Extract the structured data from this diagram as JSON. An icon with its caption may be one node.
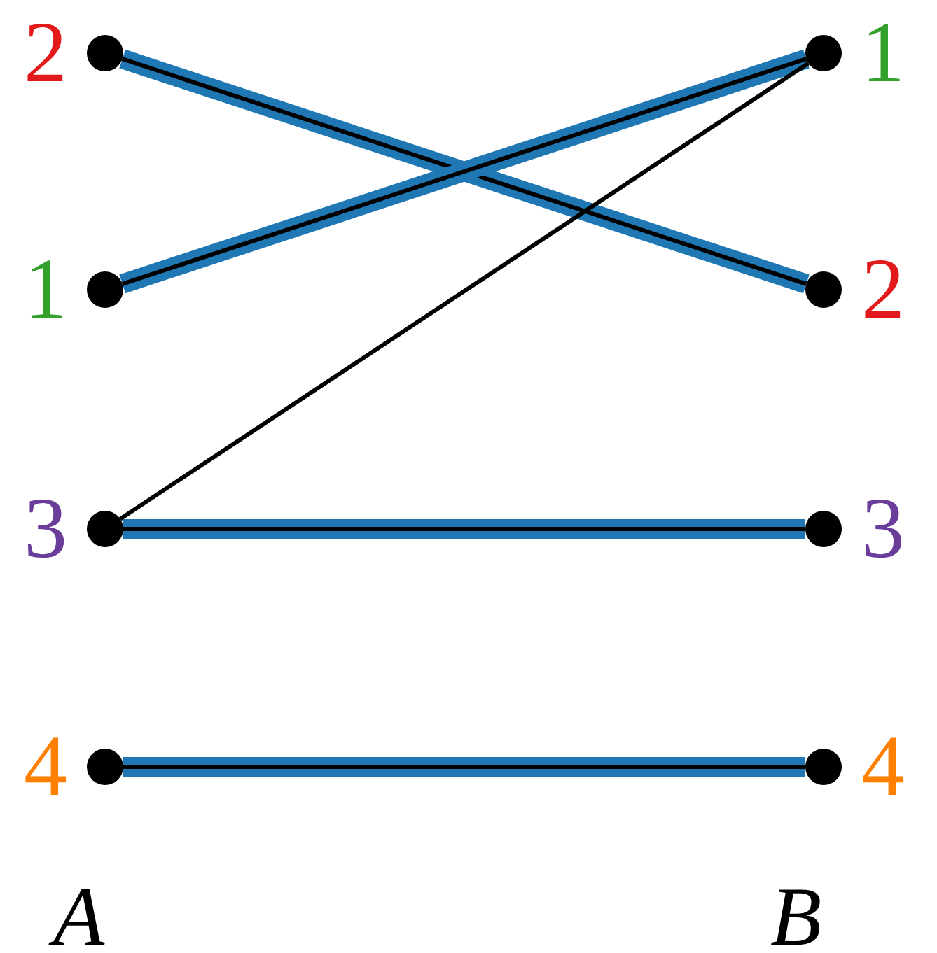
{
  "diagram": {
    "nodes": [
      {
        "text": [],
        "shape": "circle",
        "beside": [
          "2"
        ]
      },
      {
        "text": [],
        "shape": "circle",
        "beside": [
          "1"
        ]
      },
      {
        "text": [],
        "shape": "circle",
        "beside": [
          "3"
        ]
      },
      {
        "text": [],
        "shape": "circle",
        "beside": [
          "4"
        ]
      },
      {
        "text": [],
        "shape": "circle",
        "beside": [
          "1"
        ]
      },
      {
        "text": [],
        "shape": "circle",
        "beside": [
          "2"
        ]
      },
      {
        "text": [],
        "shape": "circle",
        "beside": [
          "3"
        ]
      },
      {
        "text": [],
        "shape": "circle",
        "beside": [
          "4"
        ]
      }
    ],
    "edges": [
      {
        "from": 0,
        "to": 5,
        "arrow": "none"
      },
      {
        "from": 1,
        "to": 4,
        "arrow": "none"
      },
      {
        "from": 2,
        "to": 4,
        "arrow": "none",
        "color": "#000000"
      },
      {
        "from": 2,
        "to": 6,
        "arrow": "none"
      },
      {
        "from": 3,
        "to": 7,
        "arrow": "none"
      }
    ],
    "labels": [
      "A",
      "B"
    ]
  }
}
